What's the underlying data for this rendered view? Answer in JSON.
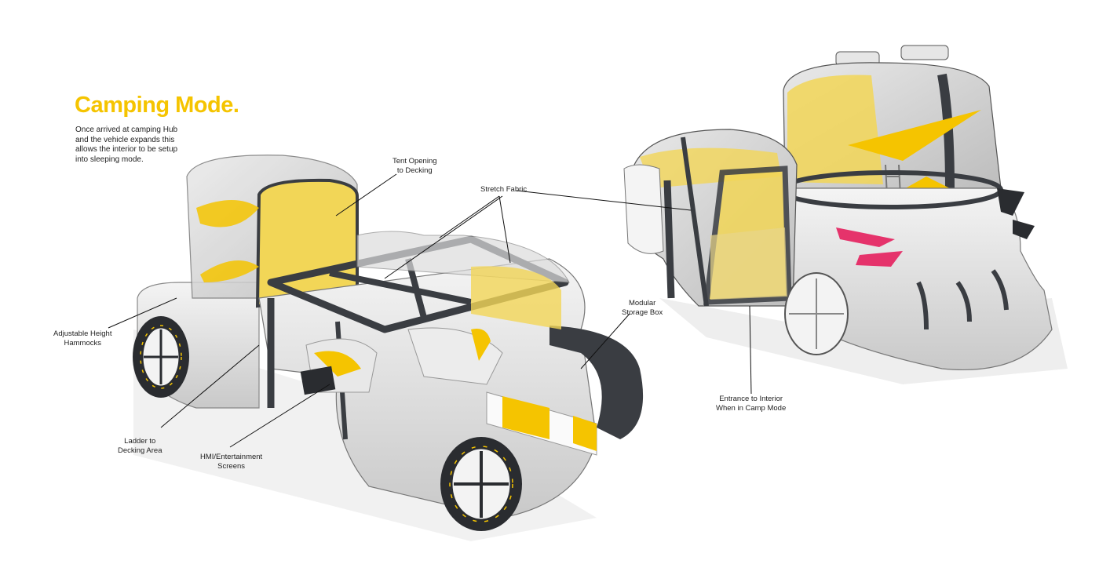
{
  "heading": {
    "title": "Camping Mode.",
    "description": "Once arrived at camping Hub\nand the vehicle expands this\nallows the interior to be setup\ninto sleeping mode."
  },
  "callouts": {
    "tent_opening": "Tent Opening\nto Decking",
    "stretch_fabric": "Stretch Fabric",
    "adjustable_height": "Adjustable Height\nHammocks",
    "modular_storage": "Modular\nStorage Box",
    "ladder": "Ladder to\nDecking Area",
    "hmi": "HMI/Entertainment\nScreens",
    "entrance": "Entrance to Interior\nWhen in Camp Mode"
  },
  "colors": {
    "accent": "#f5c400",
    "ink": "#222222",
    "frame": "#3a3d42",
    "taillight": "#e5336b"
  }
}
